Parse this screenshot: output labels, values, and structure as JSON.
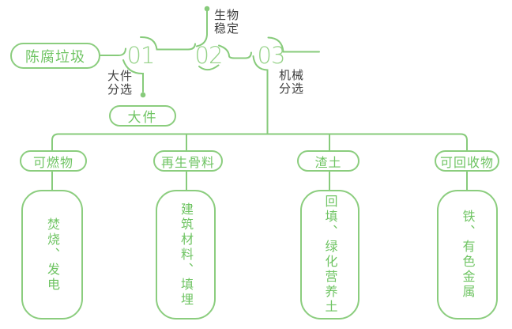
{
  "colors": {
    "line": "#87cb7b",
    "pill-border": "#8bcd7e",
    "green-text": "#6fc463",
    "number": "#95d288",
    "dark-text": "#3f3f3f",
    "background": "#ffffff"
  },
  "flow": {
    "source": {
      "label": "陈腐垃圾"
    },
    "stages": [
      {
        "number": "01",
        "branch_label": "大件\n分选",
        "output_label": "大件"
      },
      {
        "number": "02",
        "branch_label": "生物\n稳定"
      },
      {
        "number": "03",
        "branch_label": "机械\n分选"
      }
    ],
    "outputs": [
      {
        "category": "可燃物",
        "disposal": "焚烧、发电"
      },
      {
        "category": "再生骨料",
        "disposal": "建筑材料、填埋"
      },
      {
        "category": "渣土",
        "disposal": "回填、绿化营养土"
      },
      {
        "category": "可回收物",
        "disposal": "铁、有色金属"
      }
    ]
  }
}
